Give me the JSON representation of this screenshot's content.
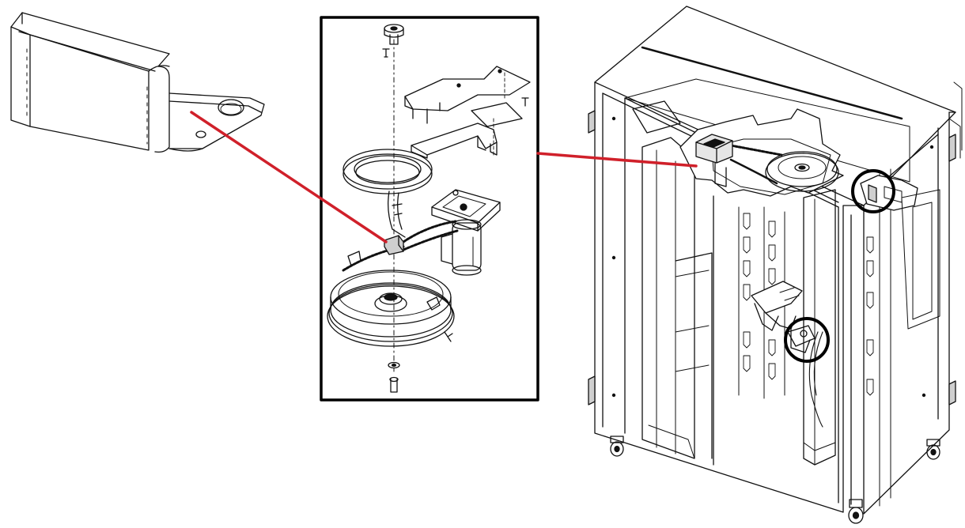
{
  "figure": {
    "panels": [
      {
        "id": "bracket-detail",
        "label": ""
      },
      {
        "id": "exploded-assembly",
        "label": ""
      },
      {
        "id": "cabinet-overview",
        "label": ""
      }
    ],
    "callout_color": "#d0202a",
    "highlight_color": "#000000",
    "line_color": "#111111"
  }
}
